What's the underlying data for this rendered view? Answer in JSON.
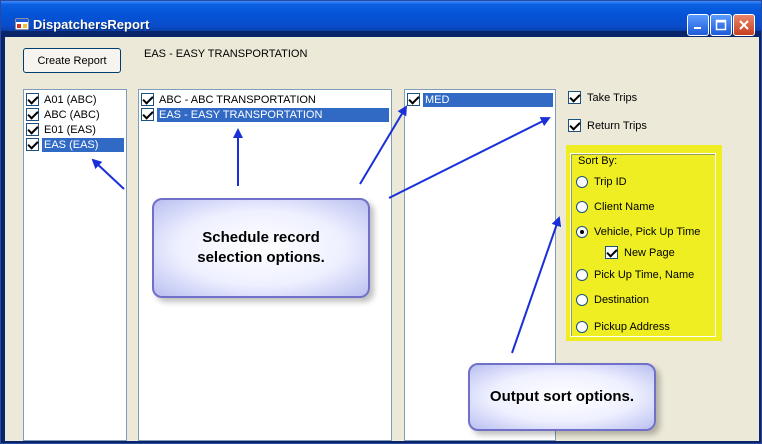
{
  "window": {
    "title": "DispatchersReport",
    "minimize_glyph": "_",
    "maximize_glyph": "□",
    "close_glyph": "✕"
  },
  "toolbar": {
    "create_report_label": "Create Report",
    "selected_agency_label": "EAS - EASY TRANSPORTATION"
  },
  "lists": {
    "codes": [
      {
        "label": "A01 (ABC)",
        "checked": true,
        "selected": false
      },
      {
        "label": "ABC (ABC)",
        "checked": true,
        "selected": false
      },
      {
        "label": "E01 (EAS)",
        "checked": true,
        "selected": false
      },
      {
        "label": "EAS (EAS)",
        "checked": true,
        "selected": true
      }
    ],
    "agencies": [
      {
        "label": "ABC - ABC TRANSPORTATION",
        "checked": true,
        "selected": false
      },
      {
        "label": "EAS - EASY TRANSPORTATION",
        "checked": true,
        "selected": true
      }
    ],
    "services": [
      {
        "label": "MED",
        "checked": true,
        "selected": true
      }
    ]
  },
  "options": {
    "take_trips_label": "Take Trips",
    "return_trips_label": "Return Trips"
  },
  "sort": {
    "legend": "Sort By:",
    "trip_id": "Trip ID",
    "client_name": "Client Name",
    "vehicle_pickup": "Vehicle, Pick Up Time",
    "new_page": "New Page",
    "pickup_time_name": "Pick Up Time, Name",
    "destination": "Destination",
    "pickup_address": "Pickup Address",
    "selected": "vehicle_pickup",
    "highlight_color": "#eeee22"
  },
  "callouts": {
    "schedule_line1": "Schedule record",
    "schedule_line2": "selection options.",
    "output": "Output sort options."
  },
  "colors": {
    "selection": "#316ac5",
    "arrow": "#1a2fd8",
    "titlebar": "#0452d6"
  }
}
